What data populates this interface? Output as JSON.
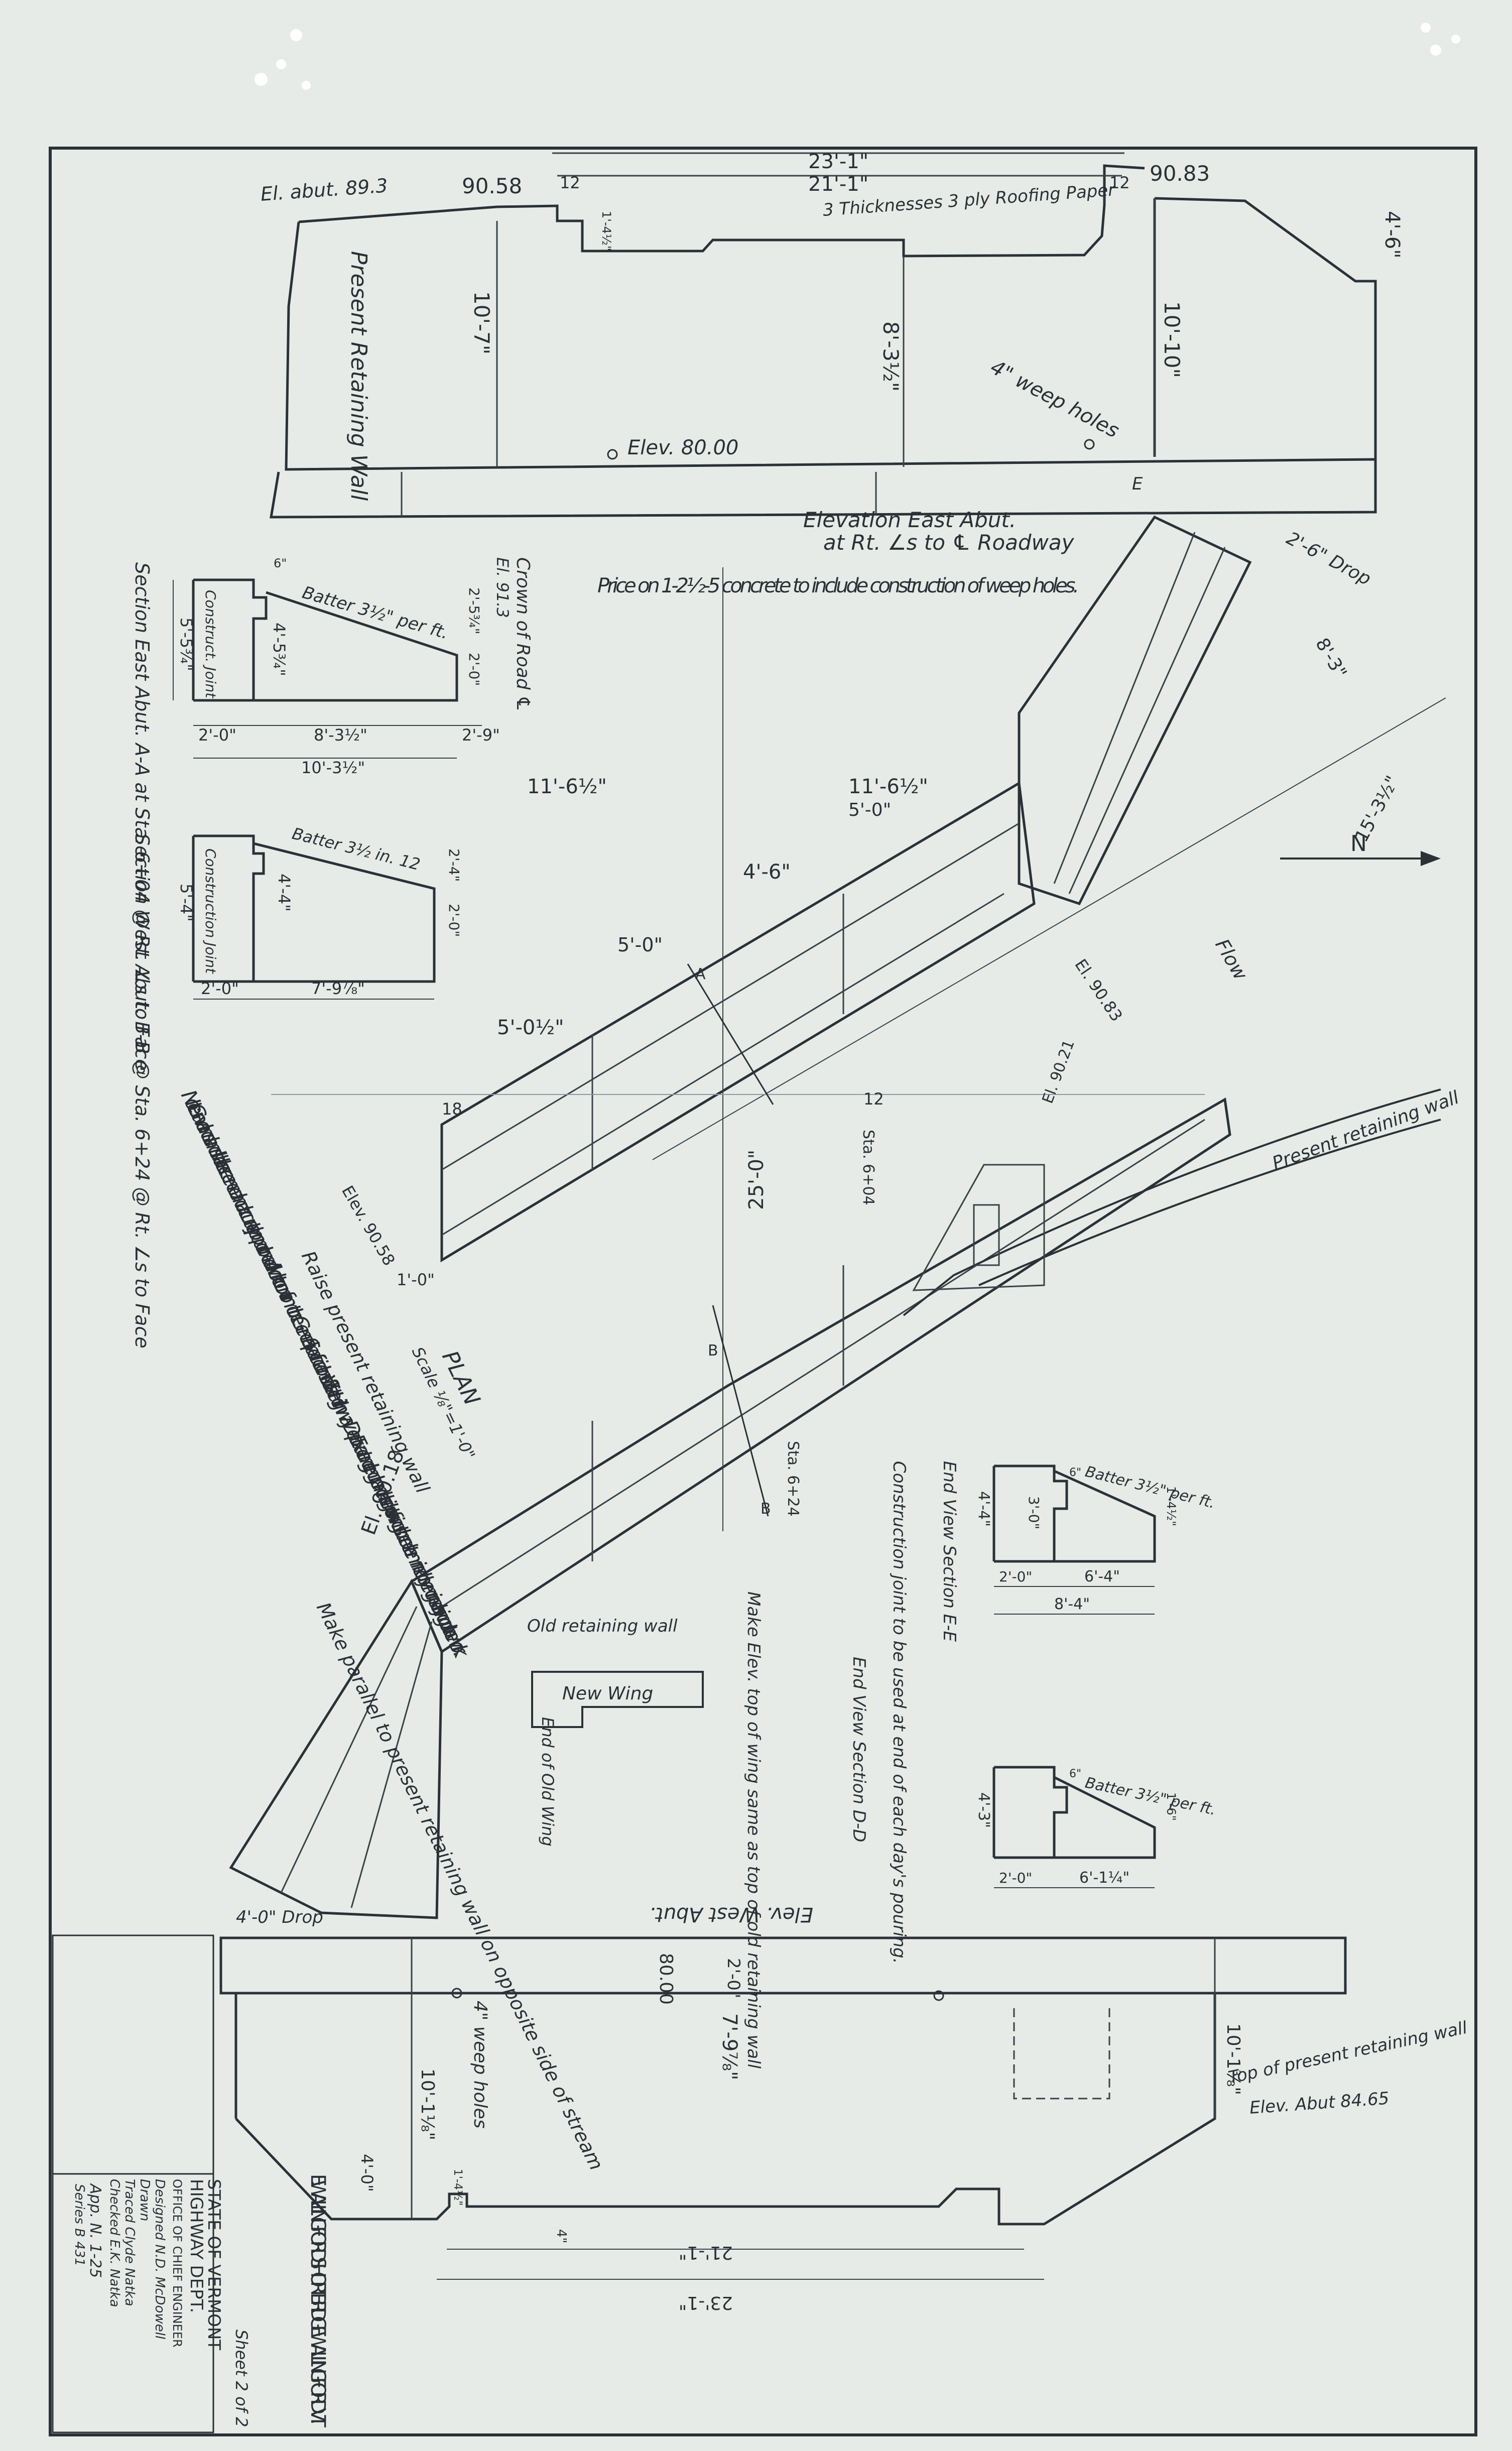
{
  "sheet": {
    "background": "#e7ebe7",
    "ink": "#2b3137",
    "pencil": "#8f989e"
  },
  "east_abutment": {
    "title": "Elevation East Abut.",
    "subtitle": "at Rt. ∠s to ℄ Roadway",
    "el_abut": "El. abut. 89.3",
    "elev_left": "90.58",
    "elev_right": "90.83",
    "width_outer": "23'-1\"",
    "width_inner": "21'-1\"",
    "end_dim_left": "12",
    "end_dim_right": "12",
    "roofing": "3 Thicknesses 3 ply Roofing Paper",
    "present_wall": "Present Retaining Wall",
    "height_left": "10'-7\"",
    "height_mid": "8'-3½\"",
    "height_right": "10'-10\"",
    "top_right": "4'-6\"",
    "weep": "4\" weep holes",
    "elev_base": "Elev. 80.00",
    "small_dim": "1'-4½\"",
    "mark_e": "E"
  },
  "price_note": "Price on 1-2½-5 concrete to include construction of weep holes.",
  "section_aa": {
    "crown": "Crown of Road ℄",
    "crown_el": "El. 91.3",
    "batter": "Batter 3½\" per ft.",
    "joint": "Construct. Joint",
    "dims": [
      "4'-5¾\"",
      "5'-5¾\"",
      "2'-0\"",
      "8'-3½\"",
      "10'-3½\"",
      "2'-9\"",
      "2'-5¾\"",
      "2'-0\"",
      "6\""
    ],
    "caption": "Section East Abut. A-A at Sta. 6+04 @ Rt. ∠s to Face"
  },
  "section_bb": {
    "batter": "Batter 3½ in. 12",
    "joint": "Construction Joint",
    "dims": [
      "4'-4\"",
      "5'-4\"",
      "2'-0\"",
      "7'-9⅞\"",
      "2'-4\"",
      "2'-0\""
    ],
    "caption": "Section West Abut. B-B @ Sta. 6+24 @ Rt. ∠s to Face"
  },
  "plan": {
    "title": "PLAN",
    "scale": "Scale ⅛\"=1'-0\"",
    "north": "N",
    "flow": "Flow",
    "dims": [
      "11'-6½\"",
      "11'-6½\"",
      "5'-0\"",
      "4'-6\"",
      "5'-0\"",
      "5'-0½\"",
      "15'-3½\"",
      "8'-3\"",
      "2'-6\" Drop",
      "25'-0\"",
      "12",
      "18",
      "1'-0\""
    ],
    "el_9083": "El. 90.83",
    "el_9058": "Elev. 90.58",
    "el_9018": "El. 90.18",
    "el_9021": "El. 90.21",
    "present_wall": "Present retaining wall",
    "old_wall": "Old retaining wall",
    "new_wing": "New Wing",
    "end_old": "End of Old Wing",
    "make_elev": "Make Elev. top of wing same as top of old retaining wall",
    "sta_604": "Sta. 6+04",
    "sta_624": "Sta. 6+24",
    "mark_a": "A",
    "mark_b": "B",
    "drop_lower": "4'-0\" Drop",
    "make_parallel": "Make parallel to present retaining wall on opposite side of stream",
    "raise_wall": "Raise present retaining wall"
  },
  "general_note": "Note:- Gravel and sand shall be screened and accurately proportioned. All work to conform to the General Specifications of Vt. State Highway Dept. Exact angle, length and height of wings to be determined by engineer laying out the work.",
  "section_ee": {
    "batter": "Batter 3½\" per ft.",
    "dims": [
      "4'-4\"",
      "3'-0\"",
      "2'-0\"",
      "6'-4\"",
      "8'-4\"",
      "6\"",
      "1'-4½\""
    ],
    "caption": "End View Section E-E",
    "joint_note": "Construction joint to be used at end of each day's pouring."
  },
  "section_dd": {
    "batter": "Batter 3½\" per ft.",
    "dims": [
      "4'-3\"",
      "2'-0\"",
      "6'-1¼\"",
      "6\"",
      "1'-6\""
    ],
    "caption": "End View Section D-D"
  },
  "west_abutment": {
    "title": "Elev. West Abut.",
    "dims": [
      "2'-0\"",
      "7'-9⅞\"",
      "10'-1⅛\"",
      "10'-1⅜\"",
      "4'-0\"",
      "21'-1\"",
      "23'-1\"",
      "1'-4½\"",
      "4\""
    ],
    "weep": "4\" weep holes",
    "elev": "80.00",
    "top_note": "Top of present retaining wall",
    "elev_note": "Elev. Abut 84.65"
  },
  "title_block": {
    "state": "STATE OF VERMONT",
    "dept": "HIGHWAY DEPT.",
    "office": "OFFICE OF CHIEF ENGINEER",
    "designed": "Designed  N.D. McDowell",
    "drawn": "Drawn",
    "traced": "Traced  Clyde Natka",
    "checked": "Checked  E.K. Natka",
    "app": "App. N. 1-25",
    "series": "Series B 431",
    "project": "E. WALLINGFORD SHORT BRIDGE WALLINGFORD VT.",
    "sheet": "Sheet 2 of 2"
  }
}
